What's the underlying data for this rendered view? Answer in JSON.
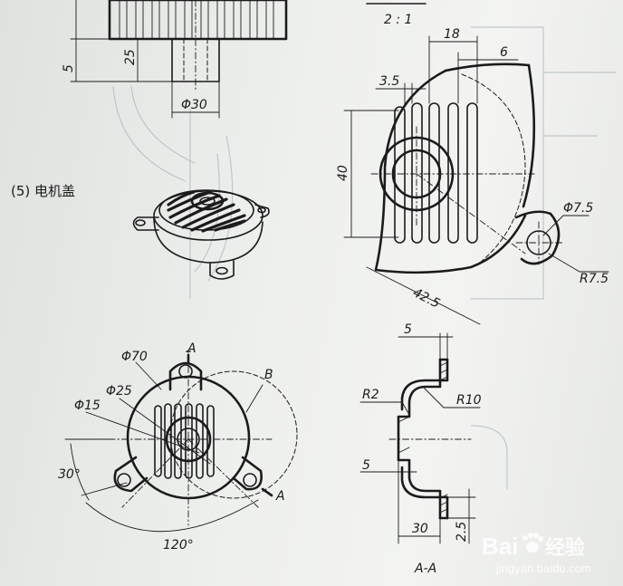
{
  "scale_label": "2 : 1",
  "section_heading": "(5) 电机盖",
  "section_view_label": "A-A",
  "cutting_plane_letter": "A",
  "detail_letter": "B",
  "top_dims": {
    "d5": "5",
    "d25": "25",
    "d30": "Φ30"
  },
  "detail_dims": {
    "d18": "18",
    "d6": "6",
    "d35": "3.5",
    "d40": "40",
    "d75": "Φ7.5",
    "r75": "R7.5",
    "d425": "42.5"
  },
  "front_dims": {
    "d70": "Φ70",
    "d25": "Φ25",
    "d15": "Φ15",
    "a30": "30°",
    "a120": "120°"
  },
  "section_dims": {
    "t5a": "5",
    "r2": "R2",
    "r10": "R10",
    "t5b": "5",
    "w30": "30",
    "h25": "2.5"
  },
  "watermark": {
    "brand": "Bai",
    "brand2": "经验",
    "url": "jingyan.baidu.com"
  },
  "colors": {
    "ink": "#1b1b1b",
    "paper": "#eef0ee",
    "watermark": "#ffffff"
  }
}
